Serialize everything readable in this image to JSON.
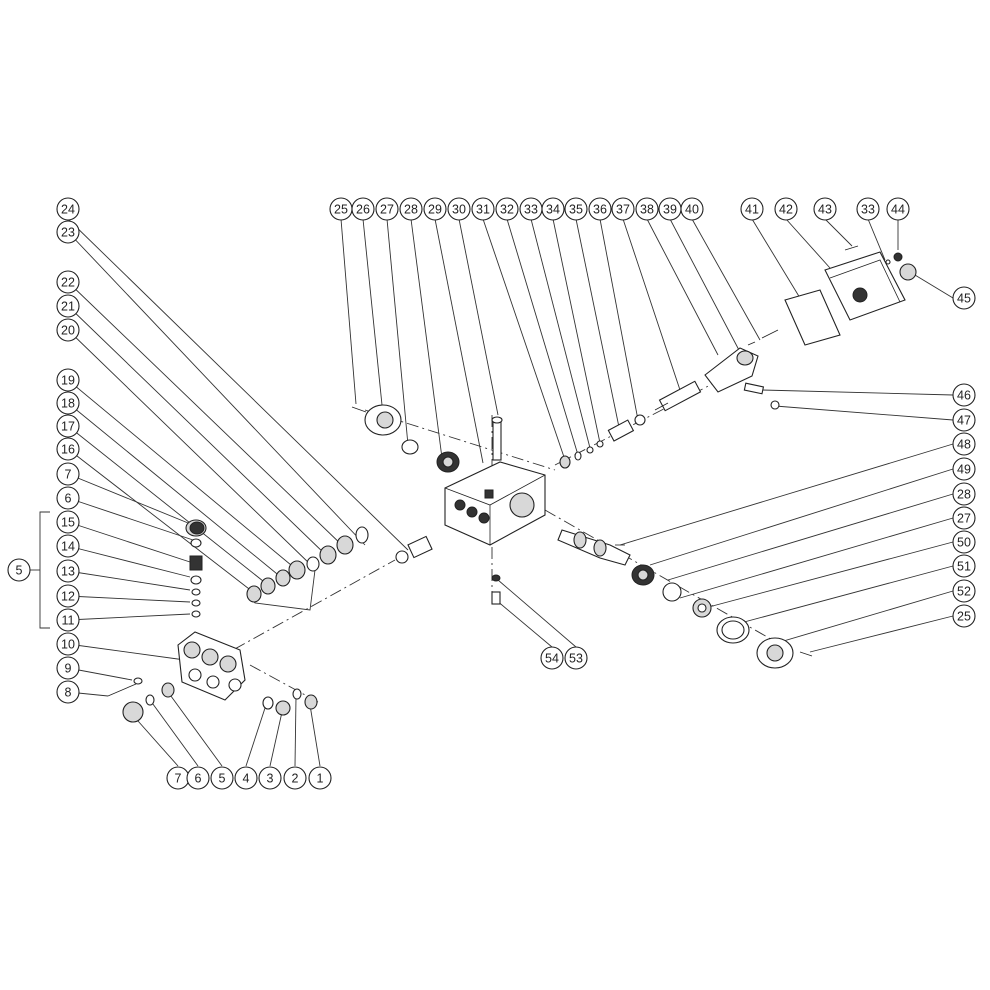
{
  "balloons": [
    {
      "id": "b1",
      "label": "1"
    },
    {
      "id": "b2",
      "label": "2"
    },
    {
      "id": "b3",
      "label": "3"
    },
    {
      "id": "b4",
      "label": "4"
    },
    {
      "id": "b5a",
      "label": "5"
    },
    {
      "id": "b5b",
      "label": "5"
    },
    {
      "id": "b6a",
      "label": "6"
    },
    {
      "id": "b6b",
      "label": "6"
    },
    {
      "id": "b7a",
      "label": "7"
    },
    {
      "id": "b7b",
      "label": "7"
    },
    {
      "id": "b8",
      "label": "8"
    },
    {
      "id": "b9",
      "label": "9"
    },
    {
      "id": "b10",
      "label": "10"
    },
    {
      "id": "b11",
      "label": "11"
    },
    {
      "id": "b12",
      "label": "12"
    },
    {
      "id": "b13",
      "label": "13"
    },
    {
      "id": "b14",
      "label": "14"
    },
    {
      "id": "b15",
      "label": "15"
    },
    {
      "id": "b16",
      "label": "16"
    },
    {
      "id": "b17",
      "label": "17"
    },
    {
      "id": "b18",
      "label": "18"
    },
    {
      "id": "b19",
      "label": "19"
    },
    {
      "id": "b20",
      "label": "20"
    },
    {
      "id": "b21",
      "label": "21"
    },
    {
      "id": "b22",
      "label": "22"
    },
    {
      "id": "b23",
      "label": "23"
    },
    {
      "id": "b24",
      "label": "24"
    },
    {
      "id": "b25a",
      "label": "25"
    },
    {
      "id": "b25b",
      "label": "25"
    },
    {
      "id": "b26",
      "label": "26"
    },
    {
      "id": "b27a",
      "label": "27"
    },
    {
      "id": "b27b",
      "label": "27"
    },
    {
      "id": "b28a",
      "label": "28"
    },
    {
      "id": "b28b",
      "label": "28"
    },
    {
      "id": "b29",
      "label": "29"
    },
    {
      "id": "b30",
      "label": "30"
    },
    {
      "id": "b31",
      "label": "31"
    },
    {
      "id": "b32",
      "label": "32"
    },
    {
      "id": "b33a",
      "label": "33"
    },
    {
      "id": "b33b",
      "label": "33"
    },
    {
      "id": "b34",
      "label": "34"
    },
    {
      "id": "b35",
      "label": "35"
    },
    {
      "id": "b36",
      "label": "36"
    },
    {
      "id": "b37",
      "label": "37"
    },
    {
      "id": "b38",
      "label": "38"
    },
    {
      "id": "b39",
      "label": "39"
    },
    {
      "id": "b40",
      "label": "40"
    },
    {
      "id": "b41",
      "label": "41"
    },
    {
      "id": "b42",
      "label": "42"
    },
    {
      "id": "b43",
      "label": "43"
    },
    {
      "id": "b44",
      "label": "44"
    },
    {
      "id": "b45",
      "label": "45"
    },
    {
      "id": "b46",
      "label": "46"
    },
    {
      "id": "b47",
      "label": "47"
    },
    {
      "id": "b48",
      "label": "48"
    },
    {
      "id": "b49",
      "label": "49"
    },
    {
      "id": "b50",
      "label": "50"
    },
    {
      "id": "b51",
      "label": "51"
    },
    {
      "id": "b52",
      "label": "52"
    },
    {
      "id": "b53",
      "label": "53"
    },
    {
      "id": "b54",
      "label": "54"
    }
  ]
}
